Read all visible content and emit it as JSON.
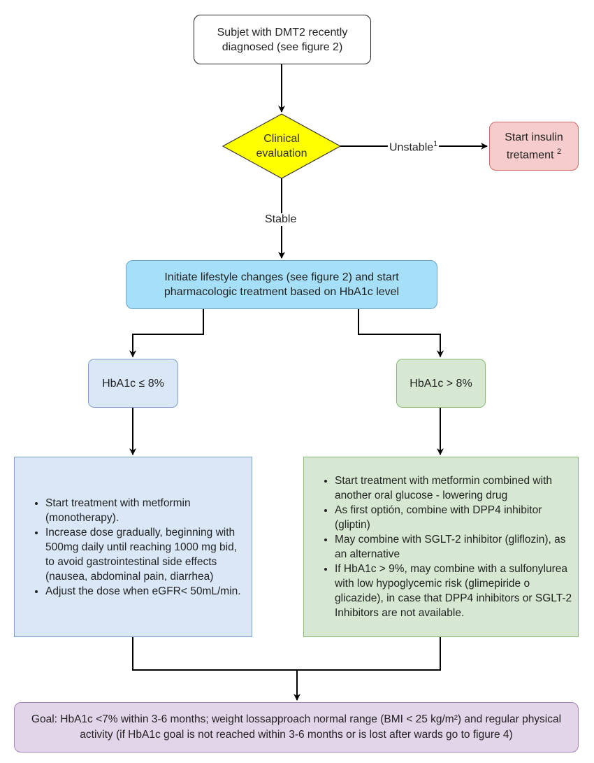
{
  "nodes": {
    "start": "Subjet with DMT2 recently diagnosed (see figure 2)",
    "decision": "Clinical evaluation",
    "insulin": {
      "text": "Start insulin tretament",
      "sup": "2"
    },
    "lifestyle": "Initiate lifestyle changes (see figure 2) and start pharmacologic treatment based on HbA1c level",
    "low_branch": "HbA1c ≤ 8%",
    "high_branch": "HbA1c > 8%",
    "low_treatment": [
      "Start treatment with metformin (monotherapy).",
      "Increase dose gradually, beginning with 500mg daily until reaching 1000 mg bid, to avoid gastrointestinal side effects (nausea, abdominal pain, diarrhea)",
      "Adjust the dose when eGFR< 50mL/min."
    ],
    "high_treatment": [
      "Start treatment with metformin combined with another oral glucose - lowering drug",
      "As first optión, combine with DPP4 inhibitor (gliptin)",
      "May combine with SGLT-2 inhibitor (gliflozin), as an alternative",
      "If HbA1c > 9%, may combine with a sulfonylurea with low hypoglycemic risk (glimepiride o glicazide), in case that DPP4 inhibitors or SGLT-2 Inhibitors are not available."
    ],
    "goal": "Goal: HbA1c <7% within 3-6 months; weight lossapproach normal range (BMI < 25 kg/m²) and regular physical activity (if HbA1c goal is not reached within 3-6 months or is lost after wards go to figure 4)"
  },
  "edges": {
    "unstable": {
      "text": "Unstable",
      "sup": "1"
    },
    "stable": "Stable"
  },
  "colors": {
    "decision_fill": "#ffff00",
    "insulin_fill": "#f7cccc",
    "lifestyle_fill": "#a6e0f8",
    "low_fill": "#dae7f7",
    "high_fill": "#d6e8d2",
    "goal_fill": "#e3d5e9"
  }
}
